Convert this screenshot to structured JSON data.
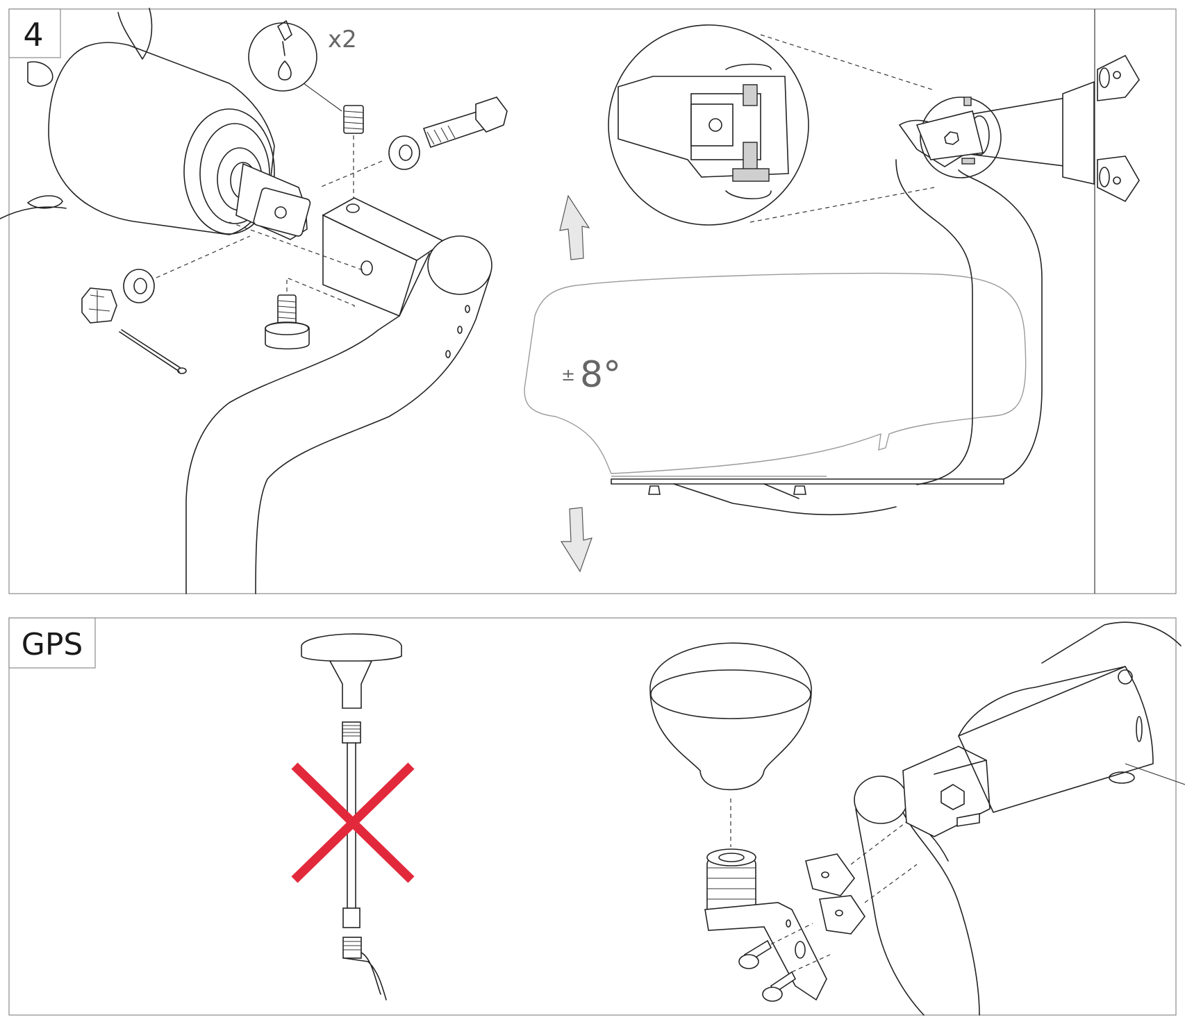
{
  "panels": [
    {
      "label": "4",
      "multiplier": "x2",
      "angle": {
        "sign": "±",
        "value": "8°"
      }
    },
    {
      "label": "GPS"
    }
  ],
  "colors": {
    "line": "#222222",
    "frame": "#8a8a8a",
    "cross": "#e2293b",
    "arrow_fill": "#e8e8e8"
  },
  "icons": [
    "glue-drop-icon",
    "up-arrow-icon",
    "down-arrow-icon",
    "prohibited-cross-icon"
  ]
}
